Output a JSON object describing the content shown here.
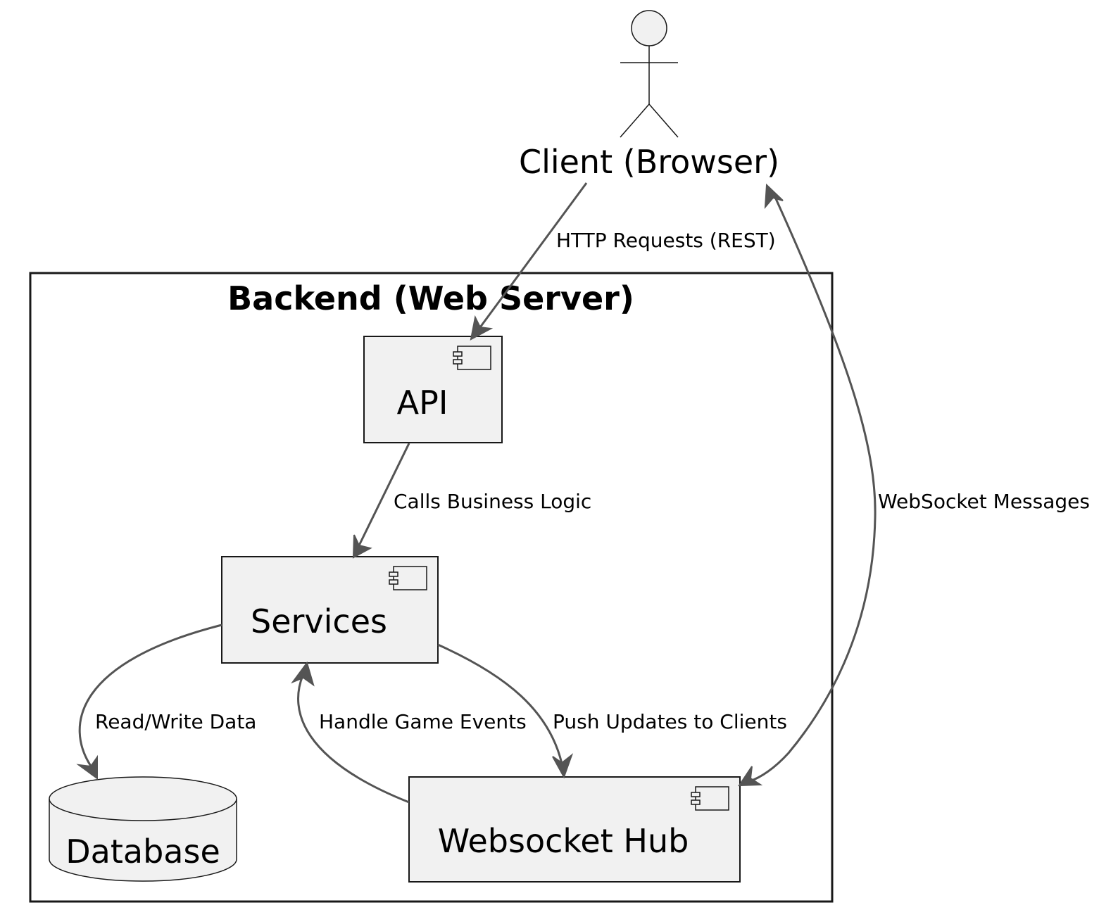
{
  "diagram": {
    "actor": {
      "label": "Client (Browser)"
    },
    "container": {
      "title": "Backend (Web Server)"
    },
    "nodes": {
      "api": {
        "label": "API"
      },
      "services": {
        "label": "Services"
      },
      "websocket_hub": {
        "label": "Websocket Hub"
      },
      "database": {
        "label": "Database"
      }
    },
    "edges": {
      "http_requests": {
        "label": "HTTP Requests (REST)"
      },
      "calls_business_logic": {
        "label": "Calls Business Logic"
      },
      "read_write_data": {
        "label": "Read/Write Data"
      },
      "handle_game_events": {
        "label": "Handle Game Events"
      },
      "push_updates": {
        "label": "Push Updates to Clients"
      },
      "websocket_messages": {
        "label": "WebSocket Messages"
      }
    },
    "colors": {
      "node_fill": "#f1f1f1",
      "stroke": "#181818",
      "edge": "#545454"
    }
  }
}
